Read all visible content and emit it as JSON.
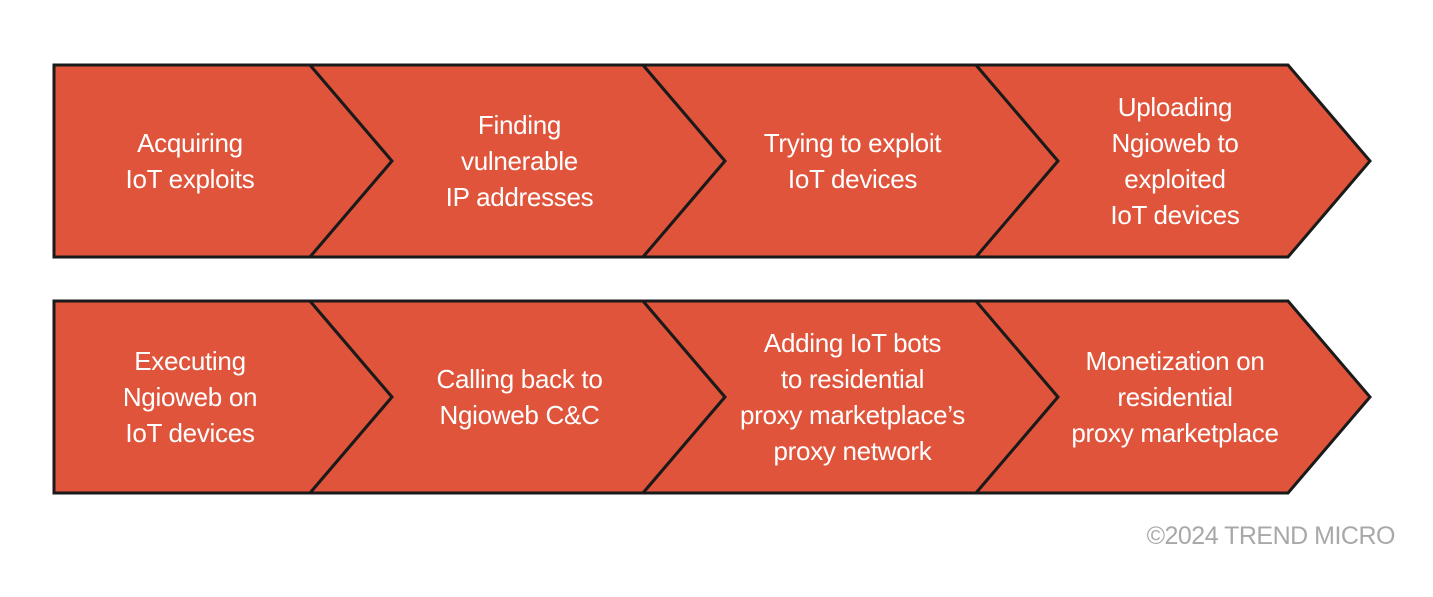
{
  "colors": {
    "step_fill": "#df543b",
    "step_outline": "#1a1a1a",
    "label_text": "#ffffff",
    "copyright_text": "#a8a8a8"
  },
  "rows": [
    {
      "steps": [
        {
          "label_lines": [
            "Acquiring",
            "IoT exploits"
          ]
        },
        {
          "label_lines": [
            "Finding",
            "vulnerable",
            "IP addresses"
          ]
        },
        {
          "label_lines": [
            "Trying to exploit",
            "IoT devices"
          ]
        },
        {
          "label_lines": [
            "Uploading",
            "Ngioweb to",
            "exploited",
            "IoT devices"
          ]
        }
      ]
    },
    {
      "steps": [
        {
          "label_lines": [
            "Executing",
            "Ngioweb on",
            "IoT devices"
          ]
        },
        {
          "label_lines": [
            "Calling back to",
            "Ngioweb C&C"
          ]
        },
        {
          "label_lines": [
            "Adding IoT bots",
            "to residential",
            "proxy marketplace’s",
            "proxy network"
          ]
        },
        {
          "label_lines": [
            "Monetization on",
            "residential",
            "proxy marketplace"
          ]
        }
      ]
    }
  ],
  "footer": {
    "copyright": "©2024 TREND MICRO"
  }
}
